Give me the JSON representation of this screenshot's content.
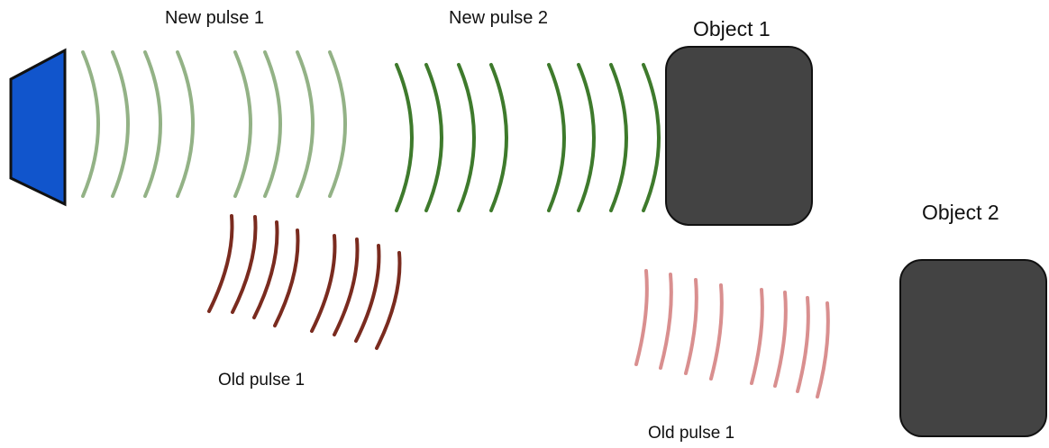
{
  "labels": {
    "new_pulse_1": "New pulse 1",
    "new_pulse_2": "New pulse 2",
    "object_1": "Object 1",
    "object_2": "Object 2",
    "old_pulse_1_left": "Old pulse 1",
    "old_pulse_1_right": "Old pulse 1"
  },
  "colors": {
    "emitter_fill": "#1155cc",
    "emitter_stroke": "#111111",
    "object_fill": "#434343",
    "object_stroke": "#111111",
    "new_pulse_1": "#93b286",
    "new_pulse_2": "#3e7a2c",
    "old_pulse_1_left": "#7a2b1f",
    "old_pulse_1_right": "#d98f8f"
  }
}
